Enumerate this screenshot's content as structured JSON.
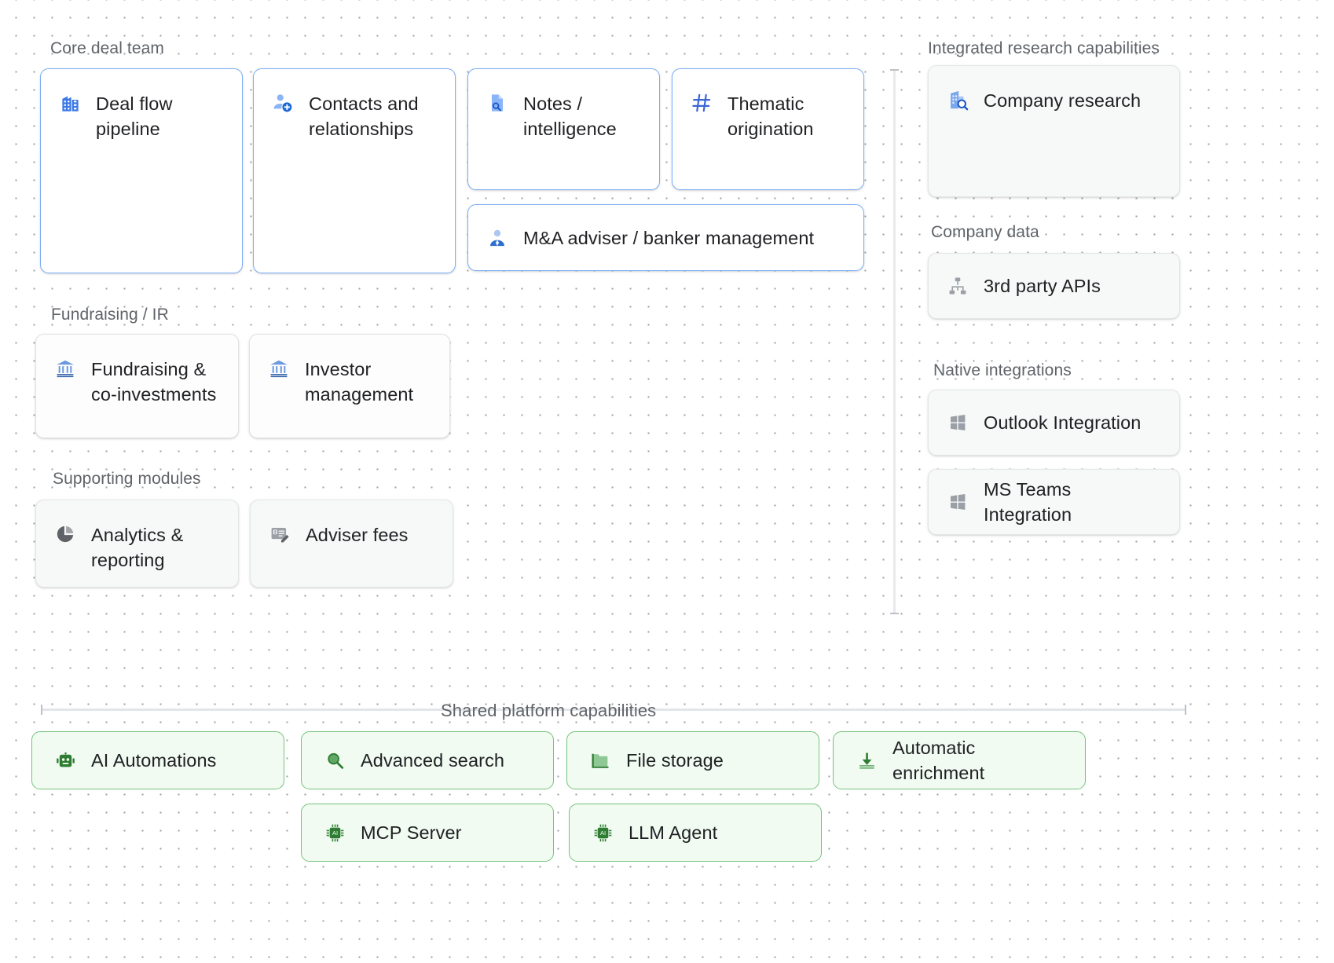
{
  "diagram": {
    "title_not_shown": "",
    "colors": {
      "blue_border": "#7aaef6",
      "blue_icon": "#3b78e7",
      "grey_border": "#e3e5e8",
      "grey_card_bg": "#f7f8f8",
      "green_border": "#74c37c",
      "green_card_bg": "#f1fbf1",
      "green_icon": "#2e7d32",
      "label_text": "#5f6368",
      "card_text": "#202124",
      "grid_dot": "#9aa0a6"
    }
  },
  "sections": {
    "core_deal_team": {
      "label": "Core deal team",
      "cards": [
        {
          "label": "Deal flow pipeline",
          "icon": "domain-building-icon"
        },
        {
          "label": "Contacts and relationships",
          "icon": "person-add-icon"
        },
        {
          "label": "Notes / intelligence",
          "icon": "document-search-icon"
        },
        {
          "label": "Thematic origination",
          "icon": "hash-icon"
        },
        {
          "label": "M&A adviser / banker management",
          "icon": "person-tie-icon"
        }
      ]
    },
    "fundraising_ir": {
      "label": "Fundraising / IR",
      "cards": [
        {
          "label": "Fundraising & co-investments",
          "icon": "bank-icon"
        },
        {
          "label": "Investor management",
          "icon": "bank-icon"
        }
      ]
    },
    "supporting_modules": {
      "label": "Supporting modules",
      "cards": [
        {
          "label": "Analytics & reporting",
          "icon": "pie-chart-icon"
        },
        {
          "label": "Adviser fees",
          "icon": "receipt-edit-icon"
        }
      ]
    },
    "integrated_research": {
      "label": "Integrated research capabilities",
      "cards": [
        {
          "label": "Company research",
          "icon": "building-search-icon"
        }
      ]
    },
    "company_data": {
      "label": "Company data",
      "cards": [
        {
          "label": "3rd party APIs",
          "icon": "hierarchy-icon"
        }
      ]
    },
    "native_integrations": {
      "label": "Native integrations",
      "cards": [
        {
          "label": "Outlook Integration",
          "icon": "windows-icon"
        },
        {
          "label": "MS Teams Integration",
          "icon": "windows-icon"
        }
      ]
    },
    "shared_platform": {
      "label": "Shared platform capabilities",
      "cards": [
        {
          "label": "AI Automations",
          "icon": "robot-icon"
        },
        {
          "label": "Advanced search",
          "icon": "magnifier-icon"
        },
        {
          "label": "File storage",
          "icon": "folder-icon"
        },
        {
          "label": "Automatic enrichment",
          "icon": "download-tray-icon"
        },
        {
          "label": "MCP Server",
          "icon": "ai-chip-icon"
        },
        {
          "label": "LLM Agent",
          "icon": "ai-chip-icon"
        }
      ]
    }
  }
}
